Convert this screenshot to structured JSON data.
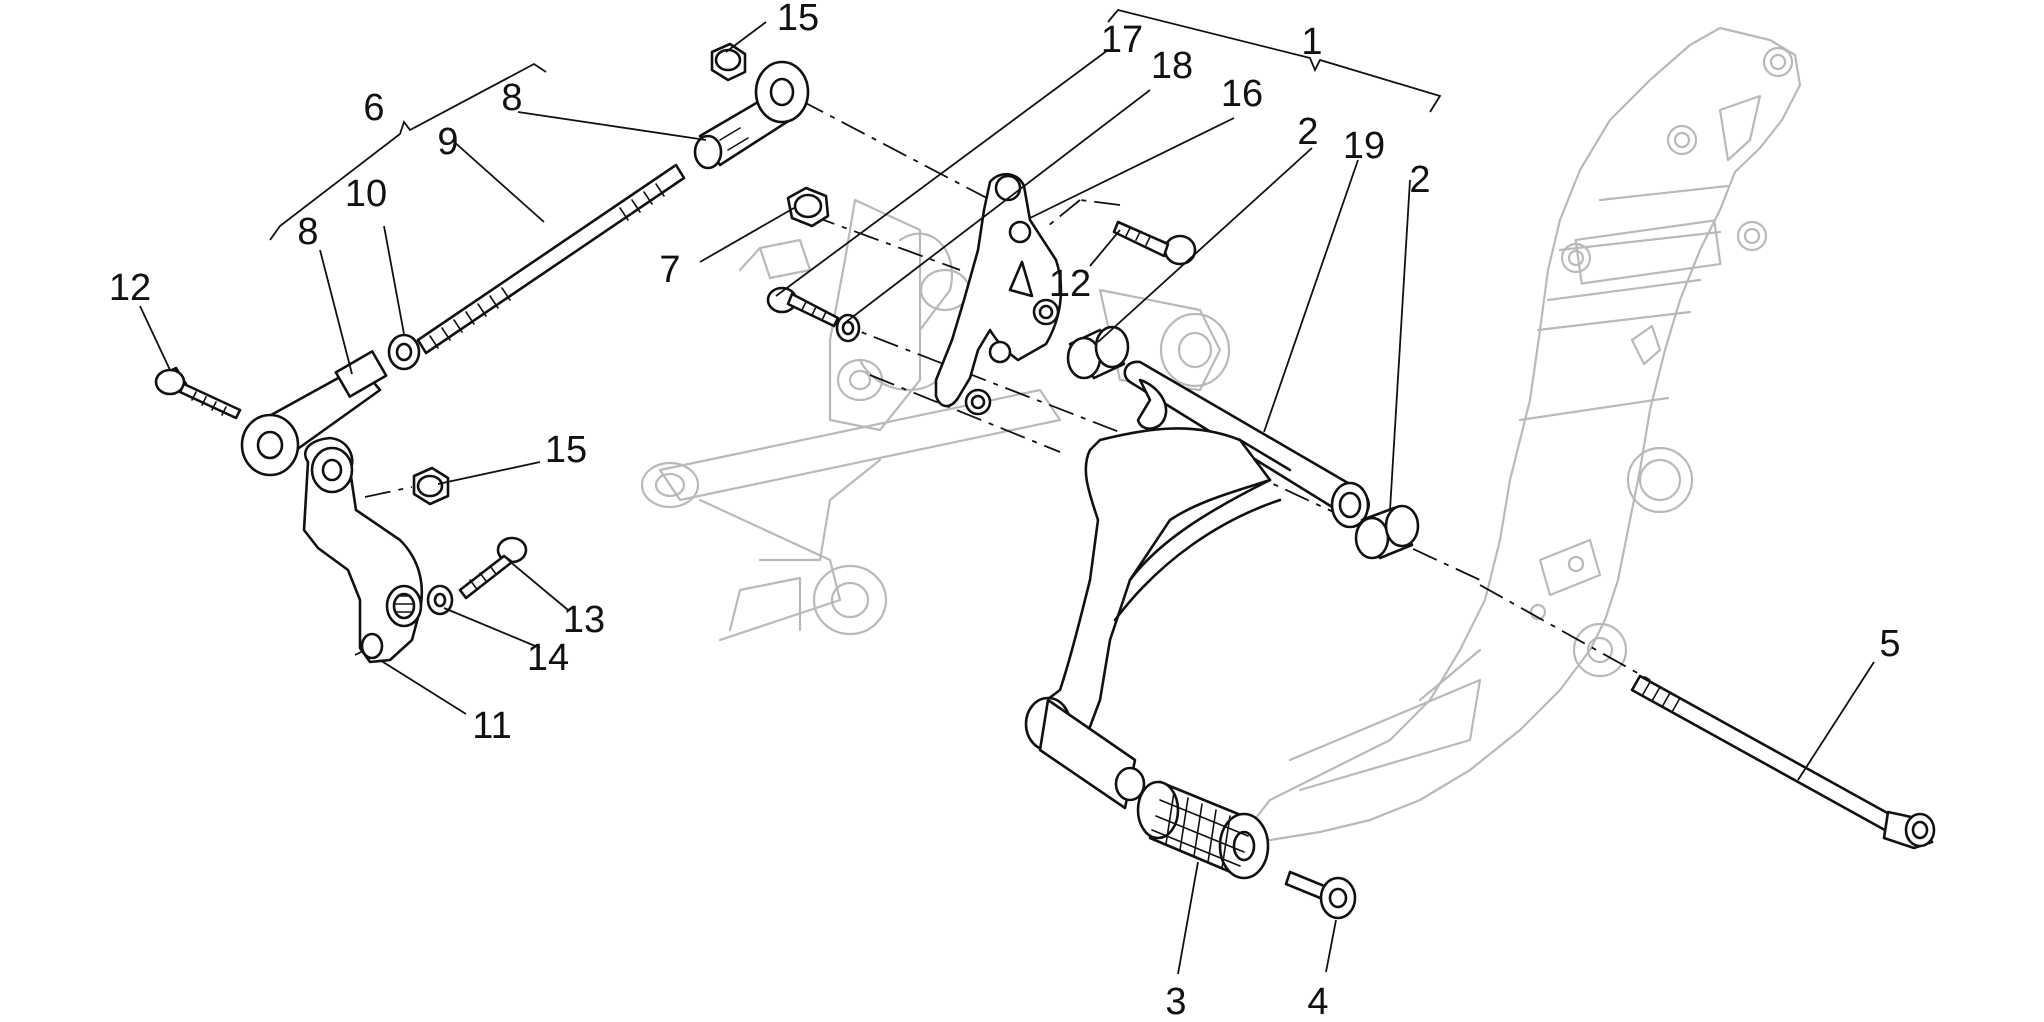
{
  "callouts": {
    "c1": "1",
    "c2a": "2",
    "c2b": "2",
    "c3": "3",
    "c4": "4",
    "c5": "5",
    "c6": "6",
    "c7": "7",
    "c8a": "8",
    "c8b": "8",
    "c9": "9",
    "c10": "10",
    "c11": "11",
    "c12a": "12",
    "c12b": "12",
    "c13": "13",
    "c14": "14",
    "c15a": "15",
    "c15b": "15",
    "c16": "16",
    "c17": "17",
    "c18": "18",
    "c19": "19"
  }
}
